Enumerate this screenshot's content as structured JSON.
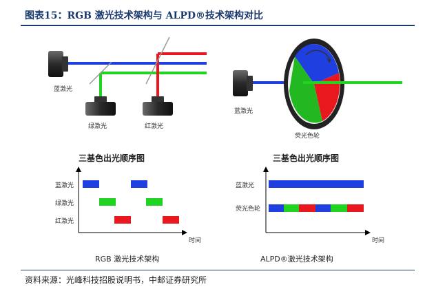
{
  "title": "图表15：RGB 激光技术架构与 ALPD®技术架构对比",
  "source": "资料来源：光峰科技招股说明书，中邮证券研究所",
  "colors": {
    "blue": "#1f3fe0",
    "green": "#22d422",
    "red": "#e8181e",
    "title_navy": "#1a3a6e"
  },
  "left_diagram": {
    "blue_laser_label": "蓝激光",
    "green_laser_label": "绿激光",
    "red_laser_label": "红激光",
    "caption": "RGB 激光技术架构"
  },
  "right_diagram": {
    "blue_laser_label": "蓝激光",
    "wheel_label": "荧光色轮",
    "caption": "ALPD®激光技术架构"
  },
  "left_sequence": {
    "heading": "三基色出光顺序图",
    "axis_label": "时间",
    "rows": [
      {
        "label": "蓝激光",
        "color": "blue"
      },
      {
        "label": "绿激光",
        "color": "green"
      },
      {
        "label": "红激光",
        "color": "red"
      }
    ]
  },
  "right_sequence": {
    "heading": "三基色出光顺序图",
    "axis_label": "时间",
    "rows": [
      {
        "label": "蓝激光",
        "color": "blue"
      },
      {
        "label": "荧光色轮",
        "color": "segmented"
      }
    ]
  }
}
